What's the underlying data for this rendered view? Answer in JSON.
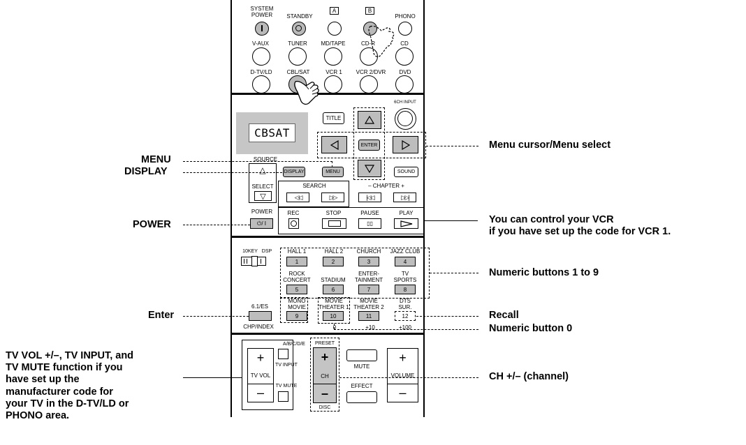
{
  "callouts": {
    "menu": "MENU",
    "display": "DISPLAY",
    "power": "POWER",
    "enter": "Enter",
    "menu_cursor": "Menu cursor/Menu select",
    "vcr_line1": "You can control your VCR",
    "vcr_line2": "if you have set up the code for VCR 1.",
    "numeric_1_9": "Numeric buttons 1 to 9",
    "recall": "Recall",
    "numeric_0": "Numeric button 0",
    "ch": "CH +/– (channel)",
    "tv_line1": "TV VOL +/–, TV INPUT, and",
    "tv_line2": "TV MUTE function if you",
    "tv_line3": "have set up the",
    "tv_line4": "manufacturer code for",
    "tv_line5": "your TV in the D-TV/LD or",
    "tv_line6": "PHONO area."
  },
  "remote": {
    "system_power_1": "SYSTEM",
    "system_power_2": "POWER",
    "standby": "STANDBY",
    "a_box": "A",
    "b_box": "B",
    "phono": "PHONO",
    "v_aux": "V-AUX",
    "tuner": "TUNER",
    "md_tape": "MD/TAPE",
    "cd_r": "CD-R",
    "cd": "CD",
    "d_tv_ld": "D-TV/LD",
    "cbl_sat": "CBL/SAT",
    "vcr1": "VCR 1",
    "vcr2_dvr": "VCR 2/DVR",
    "dvd": "DVD",
    "ch6_input": "6CH INPUT",
    "display_text": "CBSAT",
    "title": "TITLE",
    "enter": "ENTER",
    "source": "SOURCE",
    "display": "DISPLAY",
    "menu": "MENU",
    "sound": "SOUND",
    "select": "SELECT",
    "search": "SEARCH",
    "chapter": "–  CHAPTER  +",
    "power_label": "POWER",
    "power_btn": "⏻/ I",
    "rec": "REC",
    "stop": "STOP",
    "pause": "PAUSE",
    "play": "PLAY",
    "tenkey": "10KEY",
    "dsp": "DSP",
    "hall1": "HALL 1",
    "hall2": "HALL 2",
    "church": "CHURCH",
    "jazz_club": "JAZZ CLUB",
    "rock_concert_1": "ROCK",
    "rock_concert_2": "CONCERT",
    "stadium": "STADIUM",
    "enter_tainment_1": "ENTER-",
    "enter_tainment_2": "TAINMENT",
    "tv_sports_1": "TV",
    "tv_sports_2": "SPORTS",
    "mono_movie_1": "MONO",
    "mono_movie_2": "MOVIE",
    "movie_theater1_1": "MOVIE",
    "movie_theater1_2": "THEATER 1",
    "movie_theater2_1": "MOVIE",
    "movie_theater2_2": "THEATER 2",
    "dts_sur_1": "DTS",
    "dts_sur_2": "SUR.",
    "es": "6.1/ES",
    "chp_index": "CHP/INDEX",
    "n1": "1",
    "n2": "2",
    "n3": "3",
    "n4": "4",
    "n5": "5",
    "n6": "6",
    "n7": "7",
    "n8": "8",
    "n9": "9",
    "n10": "10",
    "n11": "11",
    "n12": "12",
    "n0": "0",
    "plus10": "+10",
    "plus100": "+100",
    "abcde": "A/B/C/D/E",
    "preset": "PRESET",
    "tv_input": "TV INPUT",
    "tv_vol": "TV VOL",
    "tv_mute": "TV MUTE",
    "ch": "CH",
    "disc": "DISC",
    "mute": "MUTE",
    "effect": "EFFECT",
    "volume": "VOLUME",
    "plus": "+",
    "minus": "–"
  }
}
